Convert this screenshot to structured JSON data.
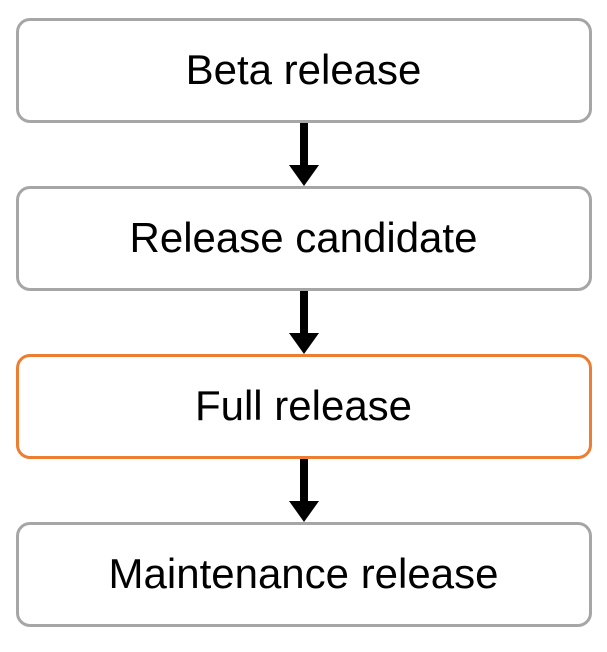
{
  "flowchart": {
    "title": "",
    "direction": "top-to-bottom",
    "nodes": [
      {
        "label": "Beta release",
        "border_color": "#A6A6A6",
        "highlighted": false
      },
      {
        "label": "Release candidate",
        "border_color": "#A6A6A6",
        "highlighted": false
      },
      {
        "label": "Full release",
        "border_color": "#ED7D31",
        "highlighted": true
      },
      {
        "label": "Maintenance release",
        "border_color": "#A6A6A6",
        "highlighted": false
      }
    ],
    "connectors": [
      {
        "from": 0,
        "to": 1,
        "type": "down-arrow"
      },
      {
        "from": 1,
        "to": 2,
        "type": "down-arrow"
      },
      {
        "from": 2,
        "to": 3,
        "type": "down-arrow"
      }
    ],
    "colors": {
      "default_border": "#A6A6A6",
      "highlight_border": "#ED7D31",
      "arrow": "#000000",
      "text": "#000000",
      "background": "#FFFFFF"
    }
  }
}
